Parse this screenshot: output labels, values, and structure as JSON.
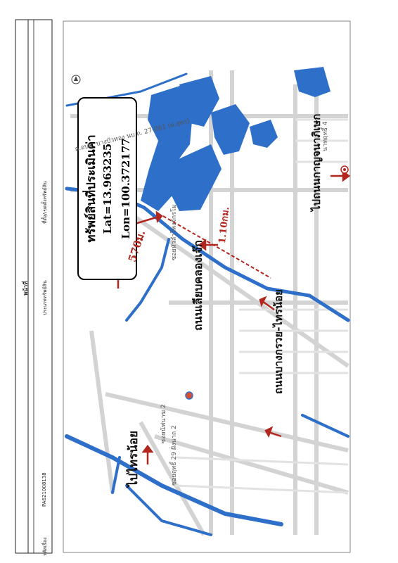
{
  "header": {
    "page_label": "หน้าที่",
    "code_label": "รหัสเรื่อง",
    "code_value": "PA621008138",
    "asset_type_label": "ประเภททรัพย์สิน",
    "location_label": "ที่ตั้ง/เขตตั้งทรัพย์สิน"
  },
  "info_box": {
    "title": "ทรัพย์สินที่ประเมินค่า",
    "lat": "Lat=13.963235",
    "lon": "Lon=100.372177"
  },
  "map_labels": {
    "road_1": "ถนนเลียบคลองเจ๊ก",
    "road_2": "ถนนบางกรวย-ไทรน้อย",
    "to_sainoi": "ไปไทรน้อย",
    "to_kanchana": "ไปถนนกาญจนาภิเษก",
    "dist_1": "570ม.",
    "dist_2": "1.10กม.",
    "road_num": "ถ.อบต. บางบัวทอง นบ ถ. 27-061 (ฝ.สุทร)",
    "soi_1": "ซอยหัวลำโพงจักรโม",
    "soi_2": "ซอยนัฟนาฆ 2",
    "soi_3": "ซอยฤทธิ์ 29 ฝั่งนาถ 2",
    "soi_4": "นาทฤทธิ์ 4"
  },
  "colors": {
    "water": "#2e6fc9",
    "road": "#c8c8c8",
    "accent_red": "#b3261e"
  },
  "icons": {
    "property_marker": "target-marker-icon",
    "landmark": "pin-icon"
  }
}
